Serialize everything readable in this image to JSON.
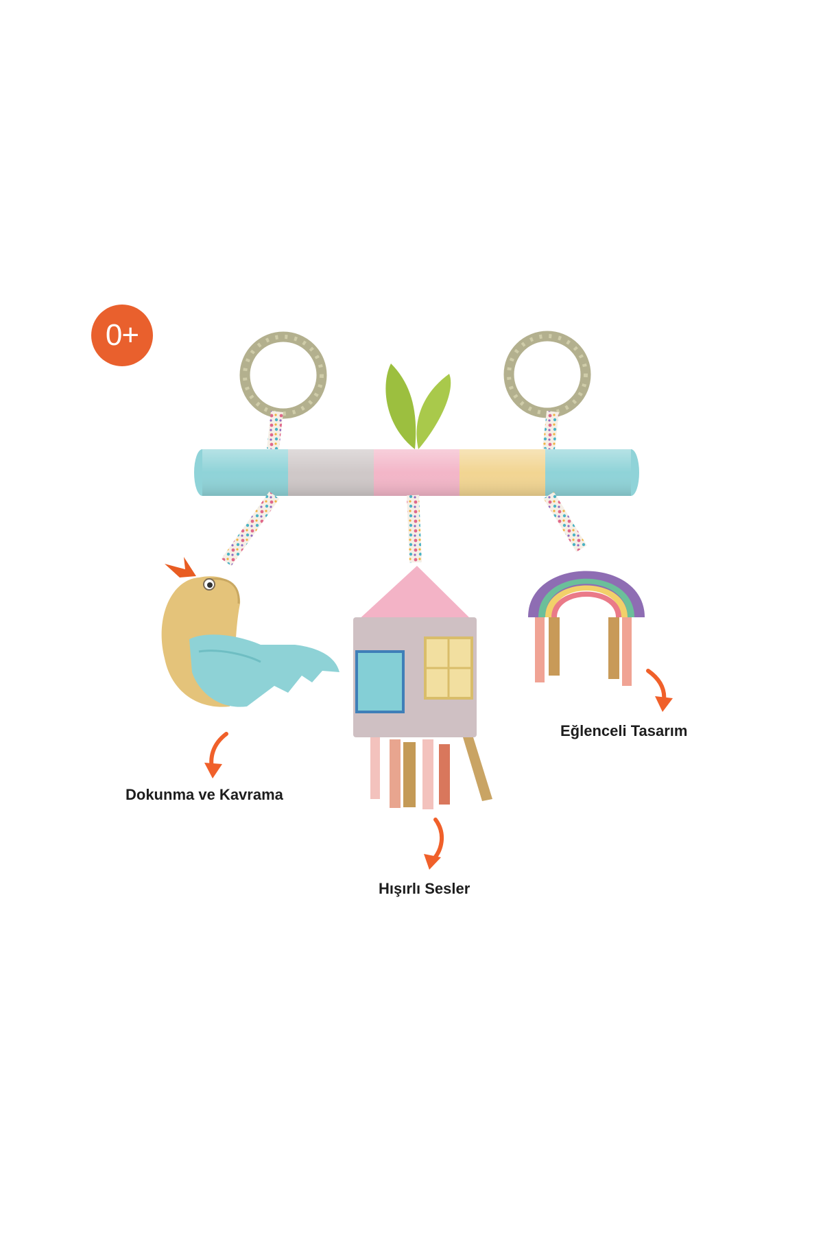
{
  "badge": {
    "age": "0+",
    "color": "#e9602d"
  },
  "features": {
    "touch": "Dokunma ve Kavrama",
    "sound": "Hışırlı Sesler",
    "design": "Eğlenceli Tasarım"
  },
  "product": {
    "bar_segments": [
      "#8fd3d8",
      "#cfc8c8",
      "#f3b6c8",
      "#f2d592",
      "#8fd3d8"
    ],
    "toys": [
      "bird",
      "house",
      "rainbow"
    ],
    "accent_color": "#f0602a"
  }
}
